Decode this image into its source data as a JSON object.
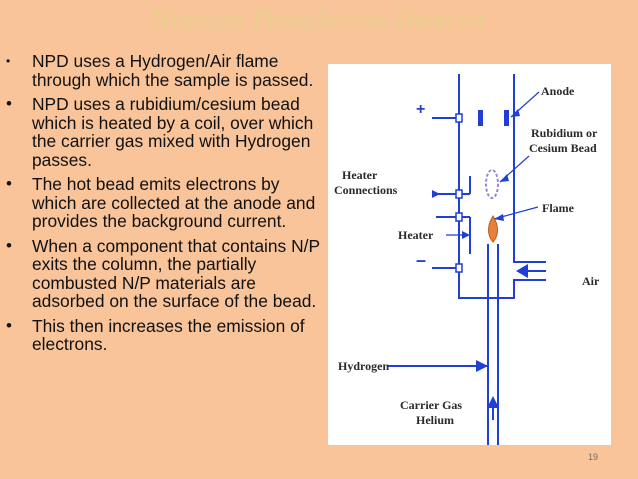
{
  "slide": {
    "title": "Nitrogen Phosphorous Detector",
    "bullets": [
      "NPD uses a Hydrogen/Air flame through which the sample is passed.",
      "NPD uses a rubidium/cesium bead which is heated by a coil, over which the carrier gas mixed with Hydrogen passes.",
      "The hot bead emits electrons by which are collected at the anode and provides the background current.",
      "When a component that contains N/P exits the column, the partially combusted N/P materials are adsorbed on the surface of the bead.",
      "This then increases the emission of electrons."
    ],
    "bullet_symbol": "•",
    "page_number": "19"
  },
  "diagram": {
    "labels": {
      "anode": "Anode",
      "bead_line1": "Rubidium or",
      "bead_line2": "Cesium Bead",
      "heater_conn_line1": "Heater",
      "heater_conn_line2": "Connections",
      "flame": "Flame",
      "heater": "Heater",
      "air": "Air",
      "hydrogen": "Hydrogen",
      "carrier_line1": "Carrier Gas",
      "carrier_line2": "Helium",
      "plus": "+",
      "minus": "–"
    },
    "colors": {
      "line": "#1f3fd6",
      "text": "#2a2a2a",
      "flame": "#e8803a",
      "bead": "#9a86d8"
    }
  }
}
